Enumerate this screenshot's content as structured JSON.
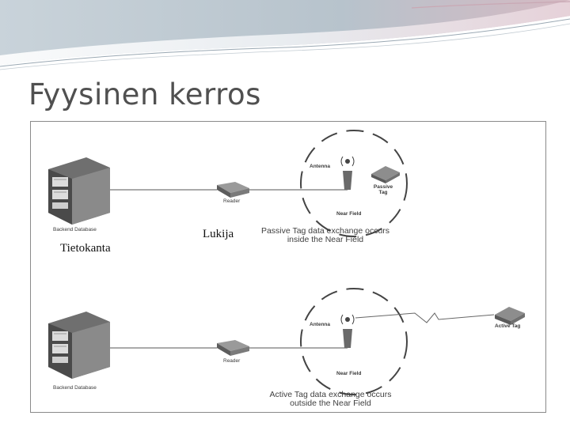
{
  "slide": {
    "title": "Fyysinen kerros"
  },
  "diagram": {
    "top": {
      "database_label": "Backend Database",
      "reader_label": "Reader",
      "antenna_label": "Antenna",
      "tag_label": "Passive Tag",
      "field_label": "Near Field",
      "caption": "Passive Tag data exchange occurs inside the Near Field"
    },
    "bottom": {
      "database_label": "Backend Database",
      "reader_label": "Reader",
      "antenna_label": "Antenna",
      "tag_label": "Active Tag",
      "field_label": "Near Field",
      "caption": "Active Tag data exchange occurs outside the Near Field"
    },
    "overlay": {
      "database_note": "Tietokanta",
      "reader_note": "Lukija"
    }
  }
}
